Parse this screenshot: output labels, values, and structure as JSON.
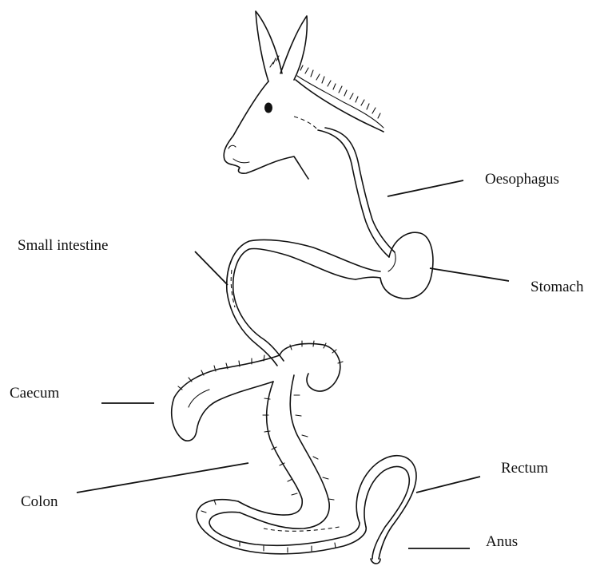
{
  "diagram": {
    "labels": {
      "oesophagus": "Oesophagus",
      "small_intestine": "Small intestine",
      "stomach": "Stomach",
      "caecum": "Caecum",
      "colon": "Colon",
      "rectum": "Rectum",
      "anus": "Anus"
    }
  }
}
